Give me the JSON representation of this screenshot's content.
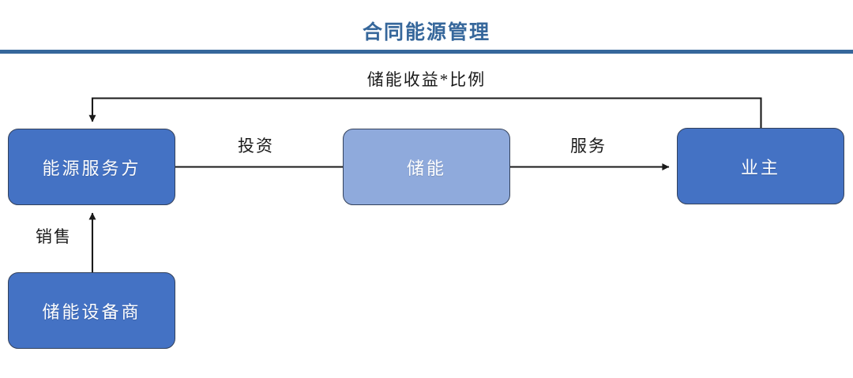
{
  "header": {
    "title": "合同能源管理",
    "rule_color": "#36679B",
    "title_color": "#36679B"
  },
  "diagram": {
    "type": "flow-diagram",
    "nodes": [
      {
        "id": "energy-service",
        "label": "能源服务方",
        "fill": "#4472C4",
        "stroke": "#33415B",
        "text_color": "#ffffff"
      },
      {
        "id": "storage",
        "label": "储能",
        "fill": "#8FAADC",
        "stroke": "#33415B",
        "text_color": "#ffffff"
      },
      {
        "id": "owner",
        "label": "业主",
        "fill": "#4472C4",
        "stroke": "#33415B",
        "text_color": "#ffffff"
      },
      {
        "id": "supplier",
        "label": "储能设备商",
        "fill": "#4472C4",
        "stroke": "#33415B",
        "text_color": "#ffffff"
      }
    ],
    "edges": [
      {
        "id": "owner-to-energy-service",
        "label": "储能收益*比例",
        "from": "owner",
        "to": "energy-service",
        "arrowhead": true,
        "shape": "elbow-top"
      },
      {
        "id": "energy-service-to-storage",
        "label": "投资",
        "from": "energy-service",
        "to": "storage",
        "arrowhead": false,
        "shape": "horizontal"
      },
      {
        "id": "storage-to-owner",
        "label": "服务",
        "from": "storage",
        "to": "owner",
        "arrowhead": true,
        "shape": "horizontal"
      },
      {
        "id": "supplier-to-energy-service",
        "label": "销售",
        "from": "supplier",
        "to": "energy-service",
        "arrowhead": true,
        "shape": "vertical-up"
      }
    ],
    "line_color": "#1a1a1a"
  }
}
